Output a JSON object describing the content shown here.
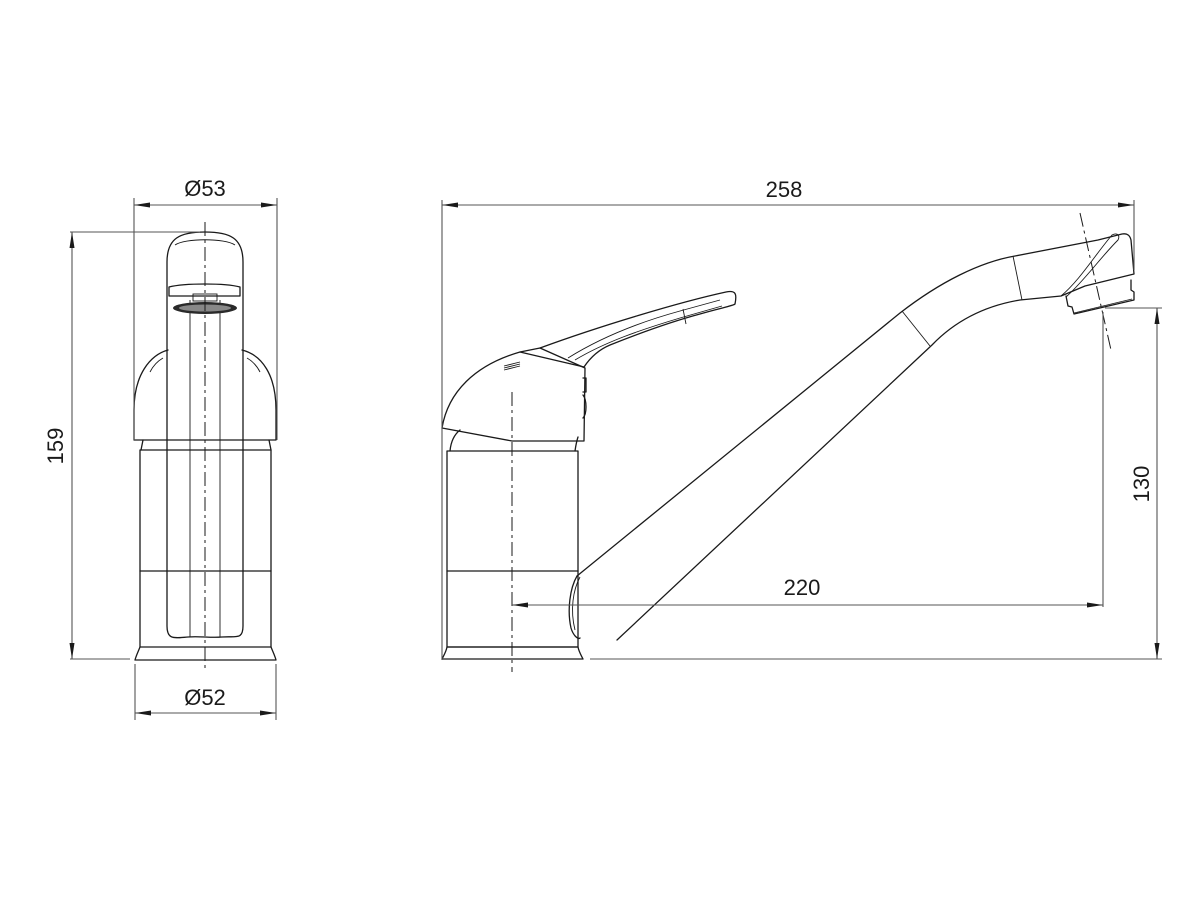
{
  "drawing": {
    "subject": "Single-lever kitchen faucet technical drawing",
    "units": "mm",
    "line_color": "#1a1a1a",
    "dimension_color": "#555555",
    "background": "#ffffff"
  },
  "front_view": {
    "dimensions": {
      "top_diameter": "Ø53",
      "base_diameter": "Ø52",
      "height": "159"
    }
  },
  "side_view": {
    "dimensions": {
      "overall_length": "258",
      "spout_reach": "220",
      "spout_height": "130"
    }
  }
}
